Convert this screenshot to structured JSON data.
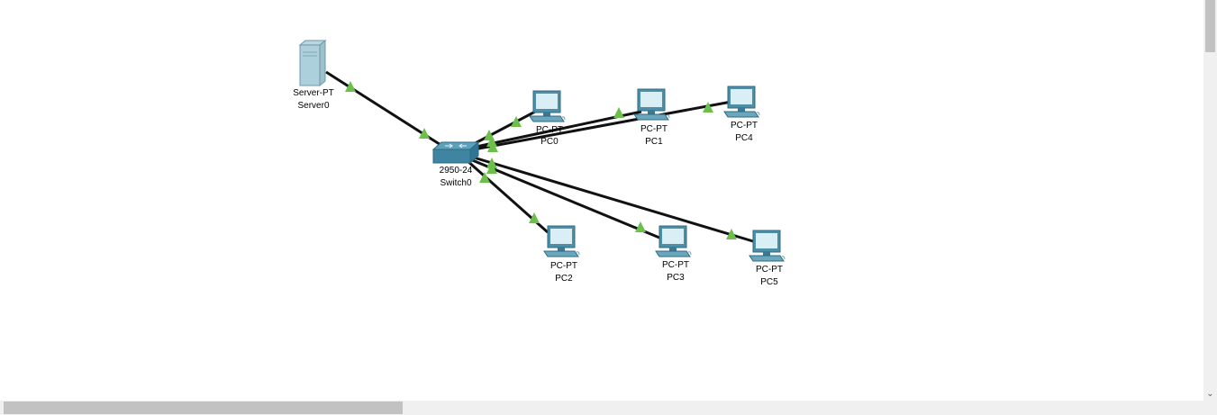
{
  "workspace": {
    "devices": [
      {
        "id": "server0",
        "kind": "server",
        "model": "Server-PT",
        "name": "Server0"
      },
      {
        "id": "switch0",
        "kind": "switch",
        "model": "2950-24",
        "name": "Switch0"
      },
      {
        "id": "pc0",
        "kind": "pc",
        "model": "PC-PT",
        "name": "PC0"
      },
      {
        "id": "pc1",
        "kind": "pc",
        "model": "PC-PT",
        "name": "PC1"
      },
      {
        "id": "pc4",
        "kind": "pc",
        "model": "PC-PT",
        "name": "PC4"
      },
      {
        "id": "pc2",
        "kind": "pc",
        "model": "PC-PT",
        "name": "PC2"
      },
      {
        "id": "pc3",
        "kind": "pc",
        "model": "PC-PT",
        "name": "PC3"
      },
      {
        "id": "pc5",
        "kind": "pc",
        "model": "PC-PT",
        "name": "PC5"
      }
    ],
    "links": [
      {
        "from": "server0",
        "to": "switch0",
        "status": "up"
      },
      {
        "from": "switch0",
        "to": "pc0",
        "status": "up"
      },
      {
        "from": "switch0",
        "to": "pc1",
        "status": "up"
      },
      {
        "from": "switch0",
        "to": "pc4",
        "status": "up"
      },
      {
        "from": "switch0",
        "to": "pc2",
        "status": "up"
      },
      {
        "from": "switch0",
        "to": "pc3",
        "status": "up"
      },
      {
        "from": "switch0",
        "to": "pc5",
        "status": "up"
      }
    ],
    "link_up_color": "#6cbf4a",
    "cable_color": "#111111"
  },
  "scrollbars": {
    "down_arrow_icon": "chevron-down-icon"
  }
}
